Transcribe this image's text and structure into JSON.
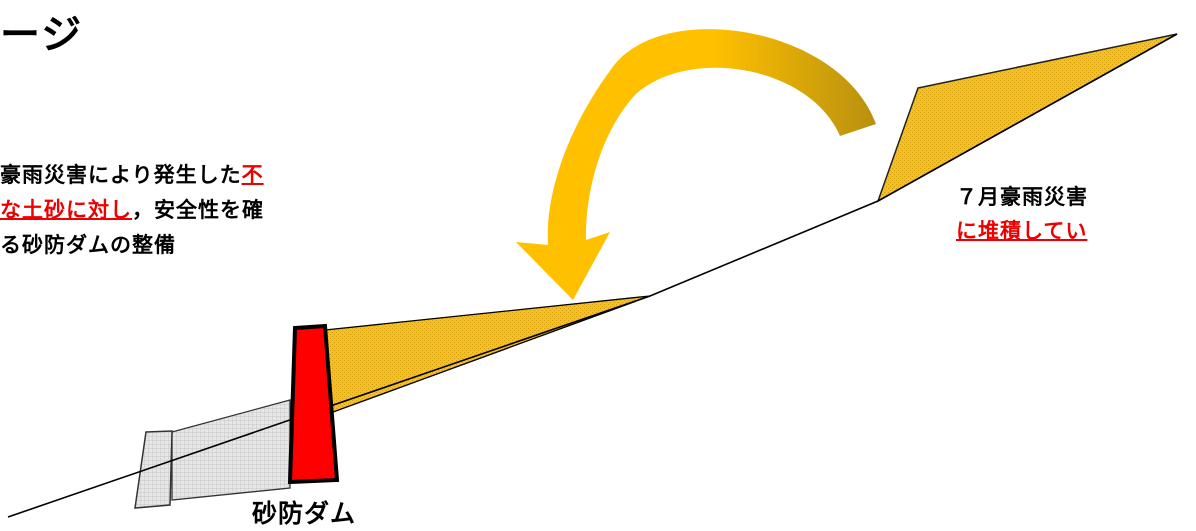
{
  "title": "ージ",
  "description": {
    "line1_black": "豪雨災害により発生した",
    "line1_red": "不",
    "line2_red": "な土砂に対し",
    "line2_black": "，安全性を確",
    "line3": "る砂防ダムの整備"
  },
  "right_note": {
    "line1": "７月豪雨災害",
    "line2": "に堆積してい"
  },
  "dam_label": "砂防ダム",
  "colors": {
    "sediment": "#f5c021",
    "arrow": "#ffc000",
    "arrow_dark": "#c49a10",
    "dam": "#ff0000",
    "old_deposit": "#d9d9d9"
  }
}
